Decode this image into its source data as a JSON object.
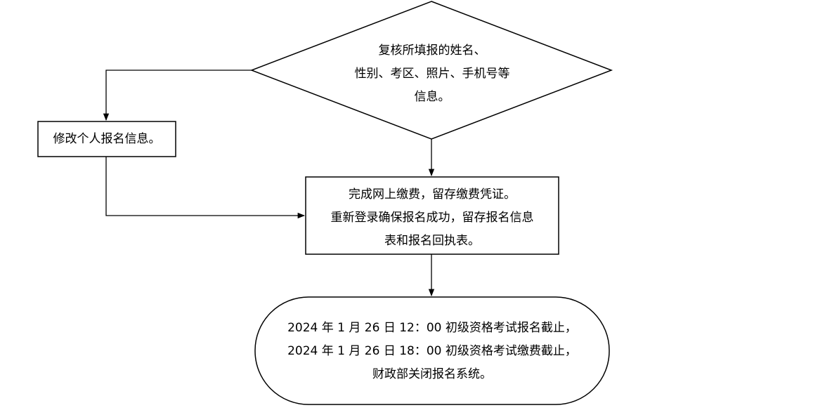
{
  "diagram": {
    "decision": {
      "lines": [
        "复核所填报的姓名、",
        "性别、考区、照片、手机号等",
        "信息。"
      ]
    },
    "edit_box": {
      "lines": [
        "修改个人报名信息。"
      ]
    },
    "process_box": {
      "lines": [
        "完成网上缴费，留存缴费凭证。",
        "重新登录确保报名成功，留存报名信息",
        "表和报名回执表。"
      ]
    },
    "terminal": {
      "lines": [
        "2024 年 1 月 26 日 12：00 初级资格考试报名截止，",
        "2024 年 1 月 26 日 18：00 初级资格考试缴费截止，",
        "财政部关闭报名系统。"
      ]
    }
  }
}
